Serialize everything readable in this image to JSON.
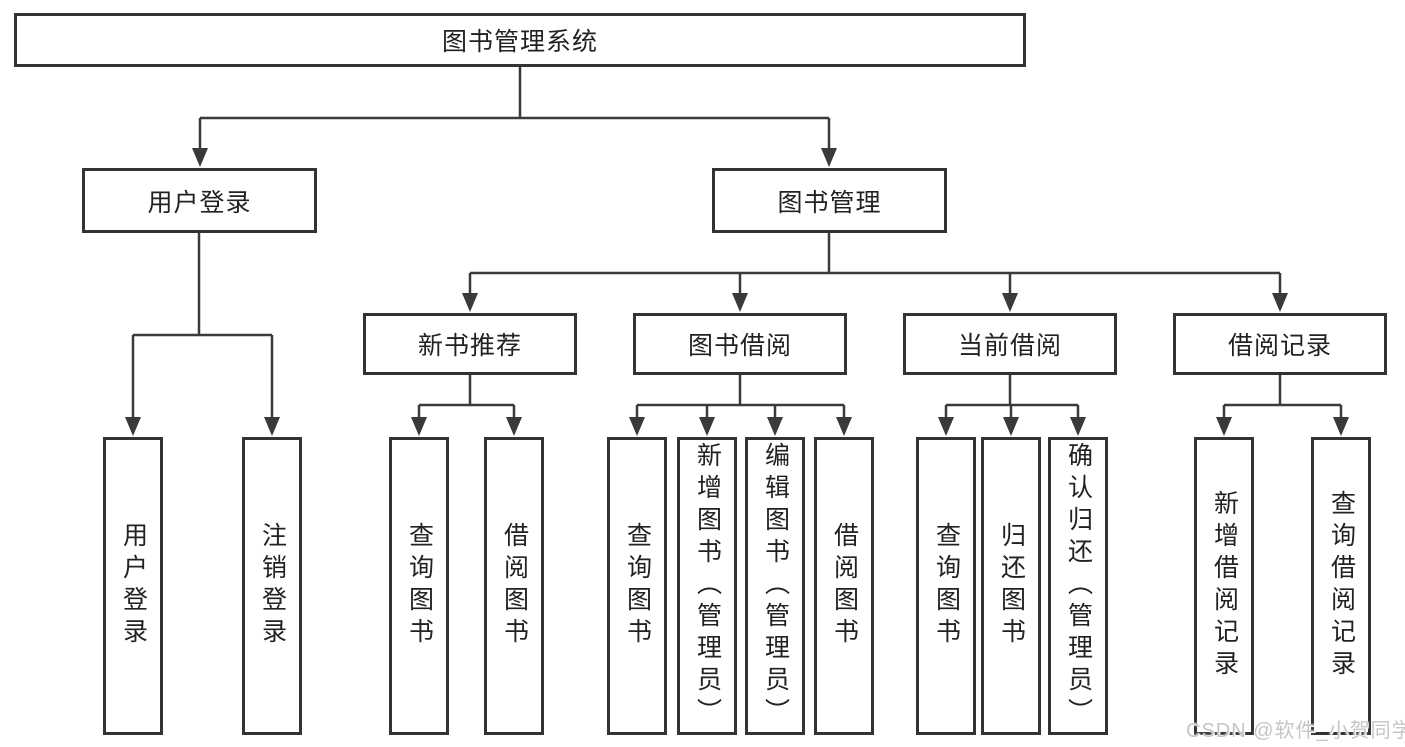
{
  "diagram": {
    "tree": {
      "label": "图书管理系统",
      "children": [
        {
          "label": "用户登录",
          "children": [
            {
              "label": "用户登录"
            },
            {
              "label": "注销登录"
            }
          ]
        },
        {
          "label": "图书管理",
          "children": [
            {
              "label": "新书推荐",
              "children": [
                {
                  "label": "查询图书"
                },
                {
                  "label": "借阅图书"
                }
              ]
            },
            {
              "label": "图书借阅",
              "children": [
                {
                  "label": "查询图书"
                },
                {
                  "label": "新增图书（管理员）"
                },
                {
                  "label": "编辑图书（管理员）"
                },
                {
                  "label": "借阅图书"
                }
              ]
            },
            {
              "label": "当前借阅",
              "children": [
                {
                  "label": "查询图书"
                },
                {
                  "label": "归还图书"
                },
                {
                  "label": "确认归还（管理员）"
                }
              ]
            },
            {
              "label": "借阅记录",
              "children": [
                {
                  "label": "新增借阅记录"
                },
                {
                  "label": "查询借阅记录"
                }
              ]
            }
          ]
        }
      ]
    },
    "colors": {
      "line": "#3a3a3a",
      "border": "#333333",
      "text": "#222222",
      "watermark": "#c6c6c6",
      "background": "#ffffff"
    }
  },
  "watermark": {
    "text": "CSDN @软件_小贺同学"
  }
}
